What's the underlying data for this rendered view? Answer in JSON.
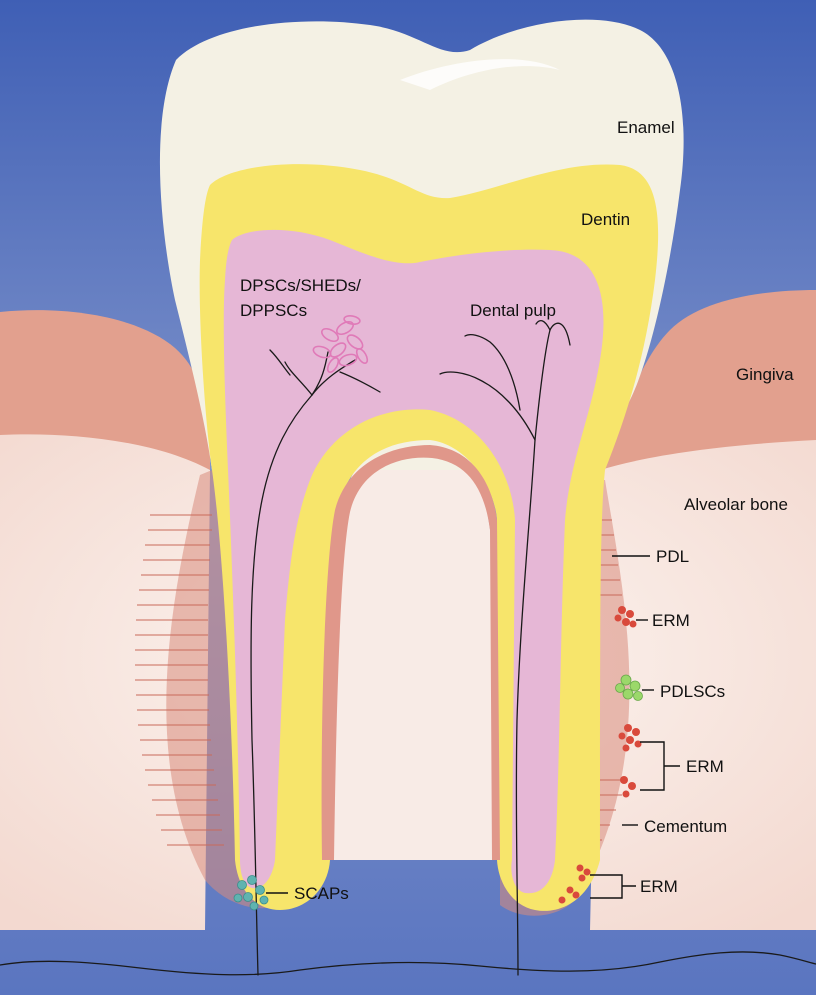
{
  "labels": {
    "enamel": "Enamel",
    "dentin": "Dentin",
    "stem_cells_line1": "DPSCs/SHEDs/",
    "stem_cells_line2": "DPPSCs",
    "dental_pulp": "Dental pulp",
    "gingiva": "Gingiva",
    "alveolar_bone": "Alveolar bone",
    "pdl": "PDL",
    "erm_1": "ERM",
    "pdlscs": "PDLSCs",
    "erm_2": "ERM",
    "cementum": "Cementum",
    "erm_3": "ERM",
    "scaps": "SCAPs"
  },
  "colors": {
    "background_blue": "#6f86c4",
    "enamel": "#f4f1e4",
    "dentin": "#f7e56b",
    "pulp": "#e6b7d6",
    "gingiva": "#e2a08e",
    "alveolar_bone": "#f6e4de",
    "cementum": "#d98c7d",
    "erm_cells": "#d94a3c",
    "pdlsc_cells": "#9bd86a",
    "scap_cells": "#5fb3b0",
    "dpsc_cells": "#e07ab8"
  }
}
